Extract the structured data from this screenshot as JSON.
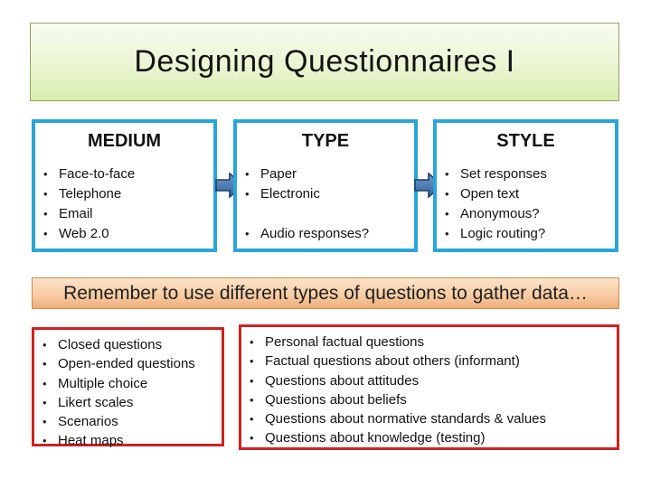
{
  "title": "Designing Questionnaires I",
  "bullet_char": "•",
  "flow_boxes": [
    {
      "header": "MEDIUM",
      "items": [
        "Face-to-face",
        "Telephone",
        "Email",
        "Web 2.0"
      ]
    },
    {
      "header": "TYPE",
      "items_top": [
        "Paper",
        "Electronic"
      ],
      "items_bottom": [
        "Audio responses?"
      ]
    },
    {
      "header": "STYLE",
      "items": [
        "Set responses",
        "Open text",
        "Anonymous?",
        "Logic routing?"
      ]
    }
  ],
  "banner": {
    "text": "Remember to use different types of questions to gather data…"
  },
  "bottom_boxes": [
    {
      "items": [
        "Closed questions",
        "Open-ended questions",
        "Multiple choice",
        "Likert scales",
        "Scenarios",
        "Heat maps"
      ]
    },
    {
      "items": [
        "Personal factual questions",
        "Factual questions about others (informant)",
        "Questions about attitudes",
        "Questions about beliefs",
        "Questions about normative standards & values",
        "Questions about knowledge (testing)"
      ]
    }
  ],
  "icons": {
    "flow_arrow": "arrow-right-icon"
  },
  "colors": {
    "title_gradient_top": "#f7fbef",
    "title_gradient_bottom": "#d8edad",
    "title_border": "#96a166",
    "flow_box_border": "#2aa5d8",
    "red_box_border": "#cc2222",
    "banner_gradient_top": "#fde3ca",
    "banner_gradient_bottom": "#f0ad7c",
    "banner_border": "#c88d52",
    "arrow_fill_light": "#6f9ace",
    "arrow_fill_dark": "#35619b",
    "arrow_outline": "#1d3e66",
    "text": "#141414"
  }
}
